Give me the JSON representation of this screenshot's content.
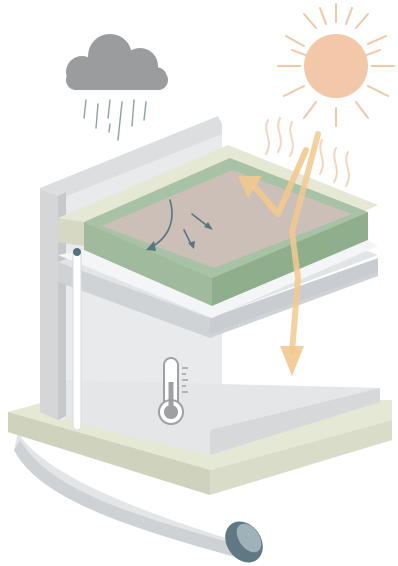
{
  "scene": {
    "elements": [
      "rain-cloud-icon",
      "rain-drops",
      "sun-icon",
      "heat-waves",
      "solar-radiation-arrow",
      "reflected-light-arrow",
      "water-runoff-arrows",
      "green-roof-module",
      "gutter-pipe",
      "thermometer-icon",
      "building-frame",
      "ground-slab",
      "drain-pipe"
    ]
  },
  "colors": {
    "cloud": "#9a9c9e",
    "rain": "#8fa1a6",
    "sun": "#f2c8a8",
    "sun_rays": "#f2c8a8",
    "heat_waves": "#f4d6be",
    "light_arrow": "#f2c98f",
    "green_roof": "#9fba9d",
    "green_roof_dark": "#8fad8c",
    "substrate": "#c9bdb6",
    "frame_light": "#e8e9ea",
    "frame_mid": "#d4d6d8",
    "frame_dark": "#c2c5c8",
    "pale_green": "#e6e8d6",
    "slab_side": "#d9dcc8",
    "pipe": "#d1d4d7",
    "pipe_inner": "#7d96a0",
    "water_arrow": "#5a7480",
    "thermometer": "#9ea1a3"
  }
}
